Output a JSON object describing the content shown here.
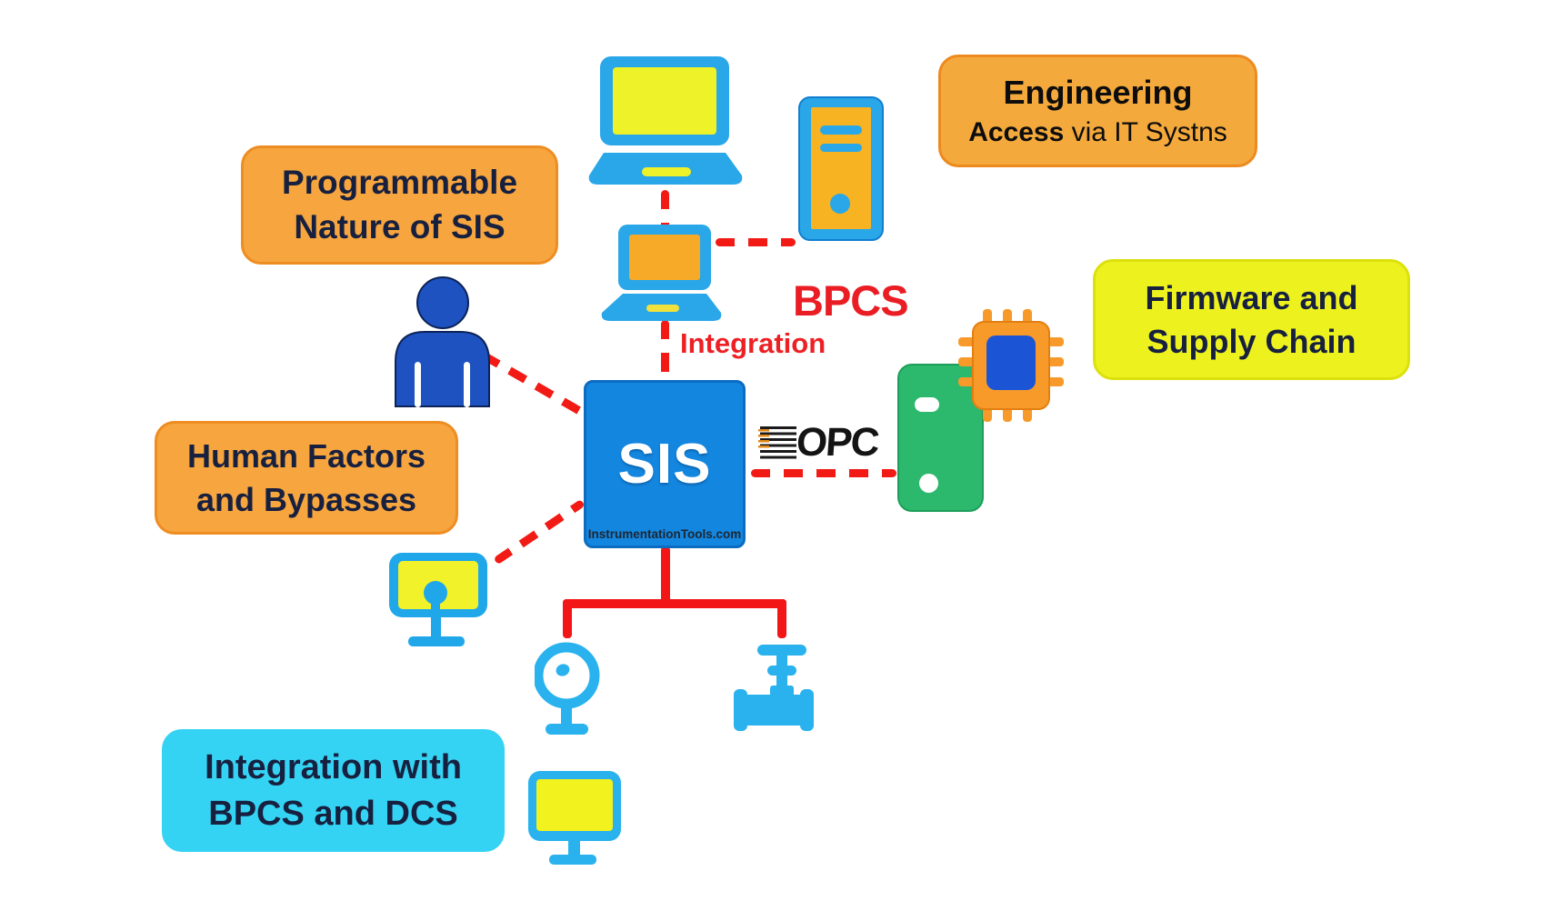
{
  "center": {
    "label": "SIS",
    "watermark": "InstrumentationTools.com"
  },
  "annotations": {
    "bpcs": "BPCS",
    "integration": "Integration",
    "opc": "OPC"
  },
  "boxes": {
    "programmable": {
      "line1": "Programmable",
      "line2": "Nature of SIS",
      "fill": "#F6A53F"
    },
    "engineering": {
      "line1": "Engineering",
      "line2_bold": "Access",
      "line2_rest": " via IT Systns",
      "fill": "#F4A93C"
    },
    "firmware": {
      "line1": "Firmware and",
      "line2": "Supply Chain",
      "fill": "#EDF21F"
    },
    "human_factors": {
      "line1": "Human Factors",
      "line2": "and Bypasses",
      "fill": "#F6A53F"
    },
    "integration_bpcs": {
      "line1": "Integration with",
      "line2": "BPCS and DCS",
      "fill": "#35D3F3"
    }
  },
  "colors": {
    "icon_blue": "#29A7E8",
    "icon_cyan": "#29B2EE",
    "screen_yellow": "#EDF229",
    "screen_orange": "#F7A928",
    "person_blue": "#1D52C0",
    "card_green": "#2CB96E",
    "chip_orange": "#F79A2A",
    "chip_blue": "#1B55D6",
    "sis_blue": "#1386DF",
    "line_red": "#F21A15",
    "text_navy": "#17203F",
    "text_red": "#EA1D24"
  },
  "icons": [
    "laptop-icon",
    "laptop-small-icon",
    "tower-computer-icon",
    "person-icon",
    "keyhole-monitor-icon",
    "chip-icon",
    "access-card-icon",
    "gauge-icon",
    "valve-icon",
    "monitor-icon",
    "opc-speed-lines-icon"
  ]
}
